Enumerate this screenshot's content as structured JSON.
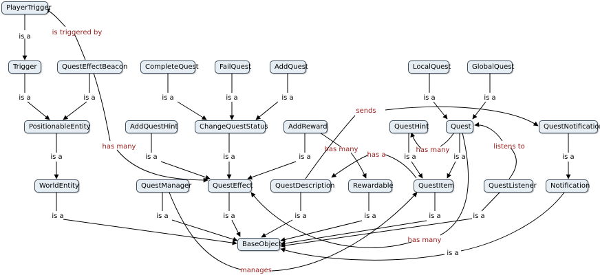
{
  "nodes": {
    "playertrigger": "PlayerTrigger",
    "trigger": "Trigger",
    "questeffectbeacon": "QuestEffectBeacon",
    "positionableentity": "PositionableEntity",
    "worldentity": "WorldEntity",
    "completequest": "CompleteQuest",
    "failquest": "FailQuest",
    "addquest": "AddQuest",
    "changequeststatus": "ChangeQuestStatus",
    "addquesthint": "AddQuestHint",
    "addreward": "AddReward",
    "questmanager": "QuestManager",
    "questeffect": "QuestEffect",
    "questdescription": "QuestDescription",
    "rewardable": "Rewardable",
    "localquest": "LocalQuest",
    "globalquest": "GlobalQuest",
    "questhint": "QuestHint",
    "quest": "Quest",
    "questnotification": "QuestNotification",
    "questitem": "QuestItem",
    "questlistener": "QuestListener",
    "notification": "Notification",
    "baseobject": "BaseObject"
  },
  "labels": {
    "is_a": "is a",
    "is_triggered_by": "is triggered by",
    "has_many": "has many",
    "has_a": "has a",
    "sends": "sends",
    "listens_to": "listens to",
    "manages": "manages"
  },
  "colors": {
    "node_fill": "#e6eef3",
    "node_border": "#3d4d5c",
    "relation_text": "#9b1b1b",
    "isa_text": "#000000"
  }
}
